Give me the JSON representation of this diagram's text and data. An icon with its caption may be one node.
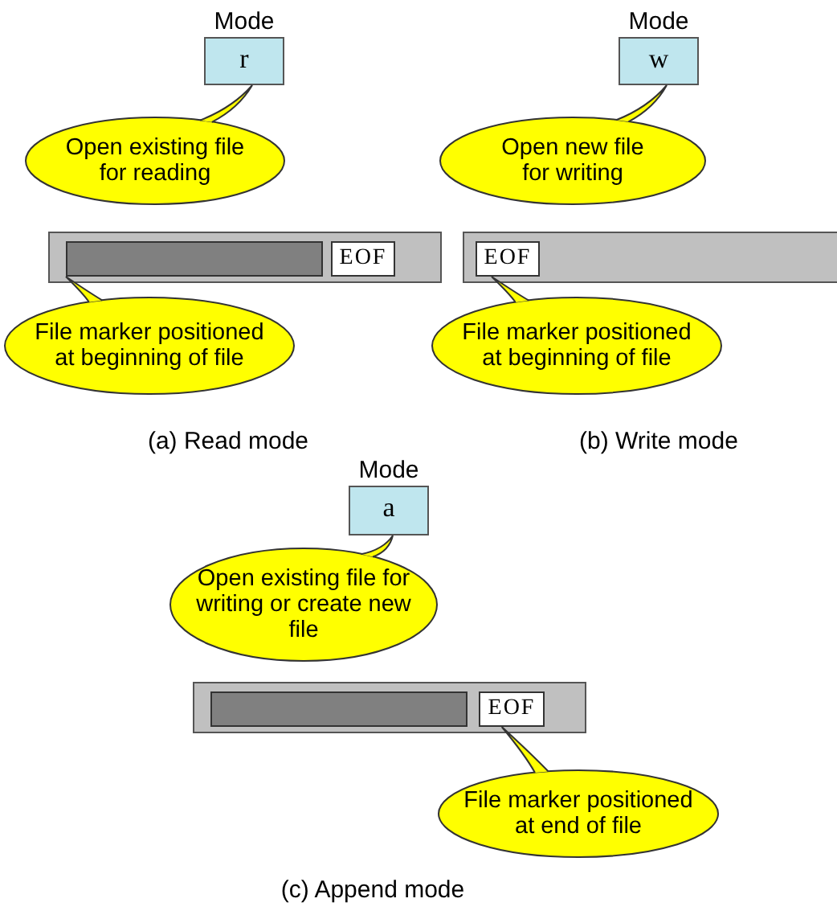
{
  "diagram": {
    "nodes": [
      {
        "text": [
          "Mode",
          "r"
        ]
      },
      {
        "text": [
          "Open existing file for reading"
        ]
      },
      {
        "text": [],
        "shape": "bar"
      },
      {
        "text": [],
        "shape": "bar",
        "in": 2
      },
      {
        "text": [
          "EOF"
        ],
        "in": 2
      },
      {
        "text": [
          "File marker positioned at beginning of file"
        ]
      },
      {
        "text": [
          "Mode",
          "w"
        ]
      },
      {
        "text": [
          "Open new file for writing"
        ]
      },
      {
        "text": [],
        "shape": "bar"
      },
      {
        "text": [
          "EOF"
        ],
        "in": 8
      },
      {
        "text": [
          "File marker positioned at beginning of file"
        ]
      },
      {
        "text": [
          "Mode",
          "a"
        ]
      },
      {
        "text": [
          "Open existing file for writing or create new file"
        ]
      },
      {
        "text": [],
        "shape": "bar"
      },
      {
        "text": [],
        "shape": "bar",
        "in": 13
      },
      {
        "text": [
          "EOF"
        ],
        "in": 13
      },
      {
        "text": [
          "File marker positioned at end of file"
        ]
      }
    ],
    "edges": [
      {
        "from": 1,
        "to": 0,
        "arrow": "none"
      },
      {
        "from": 5,
        "to": 3,
        "arrow": "none"
      },
      {
        "from": 7,
        "to": 6,
        "arrow": "none"
      },
      {
        "from": 10,
        "to": 9,
        "arrow": "none"
      },
      {
        "from": 12,
        "to": 11,
        "arrow": "none"
      },
      {
        "from": 16,
        "to": 15,
        "arrow": "none"
      }
    ],
    "labels": [
      "(a) Read mode",
      "(b) Write mode",
      "(c) Append mode"
    ]
  }
}
